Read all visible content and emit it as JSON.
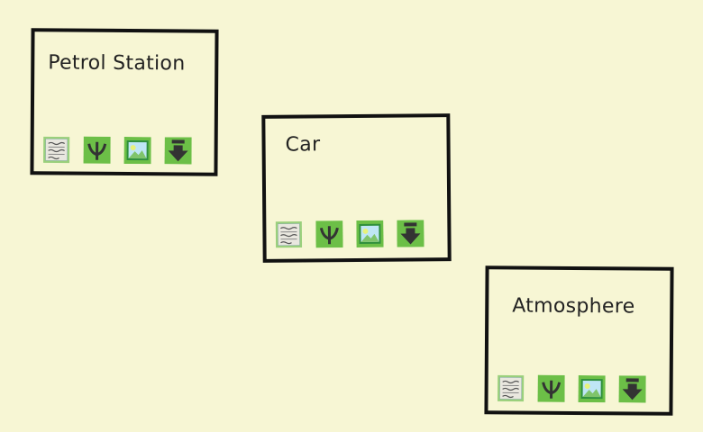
{
  "background_color": "#f7f6d4",
  "nodes": [
    {
      "title": "Petrol Station",
      "tools": [
        "text-notes-icon",
        "plant-arrow-icon",
        "image-icon",
        "download-icon"
      ]
    },
    {
      "title": "Car",
      "tools": [
        "text-notes-icon",
        "plant-arrow-icon",
        "image-icon",
        "download-icon"
      ]
    },
    {
      "title": "Atmosphere",
      "tools": [
        "text-notes-icon",
        "plant-arrow-icon",
        "image-icon",
        "download-icon"
      ]
    }
  ],
  "colors": {
    "border": "#111111",
    "icon_green": "#6cbf47",
    "icon_dark": "#333333"
  }
}
